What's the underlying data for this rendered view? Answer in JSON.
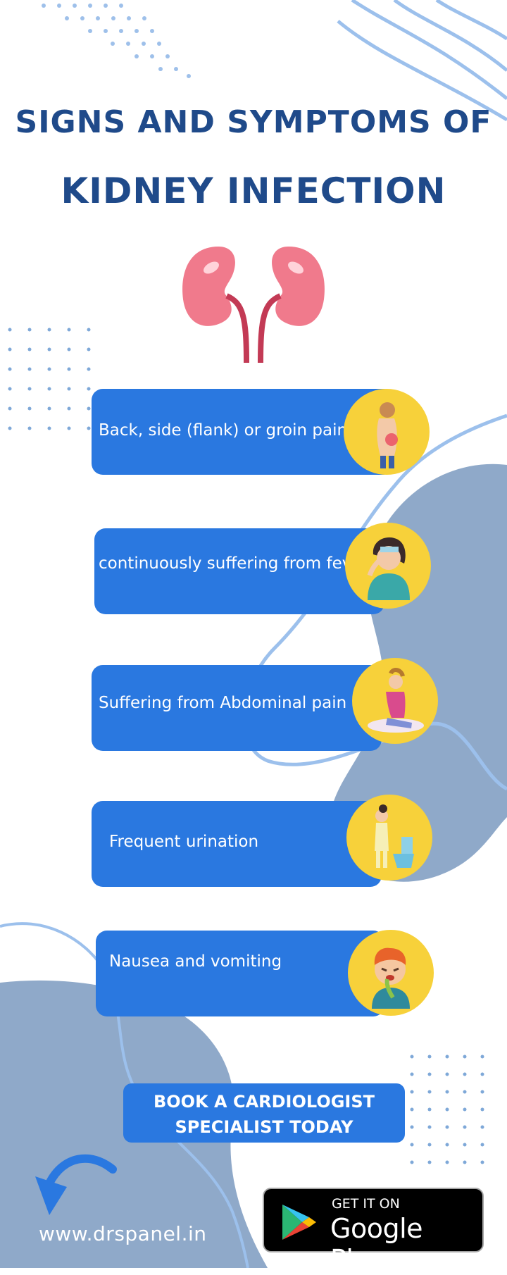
{
  "title": {
    "line1": "SIGNS AND SYMPTOMS OF",
    "line2": "KIDNEY INFECTION"
  },
  "symptoms": [
    {
      "label": "Back, side (flank) or groin pain",
      "icon": "back-pain-woman-icon"
    },
    {
      "label": "continuously suffering from fever",
      "icon": "fever-woman-icon"
    },
    {
      "label": "Suffering from Abdominal pain",
      "icon": "abdominal-pain-woman-icon"
    },
    {
      "label": "Frequent urination",
      "icon": "urination-toilet-icon"
    },
    {
      "label": "Nausea and vomiting",
      "icon": "nausea-boy-icon"
    }
  ],
  "cta": {
    "line1": "BOOK A  CARDIOLOGIST",
    "line2": "SPECIALIST TODAY"
  },
  "website": "www.drspanel.in",
  "google_play": {
    "small": "GET IT ON",
    "big": "Google Play"
  },
  "colors": {
    "title": "#1f4a8a",
    "card": "#2a78e0",
    "circle": "#f7d13a",
    "blob": "#8fa9c9",
    "line": "#9cc0ec",
    "dots": "#7ea8d8"
  }
}
